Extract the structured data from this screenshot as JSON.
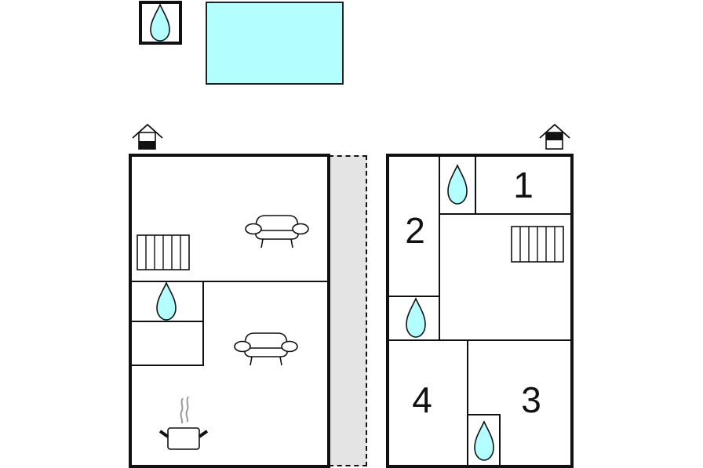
{
  "colors": {
    "water": "#b3ffff",
    "wall": "#111111",
    "terrace": "#e4e4e4",
    "background": "#ffffff"
  },
  "outdoor": {
    "shower_icon": "water-drop-icon",
    "pool": "swimming-pool"
  },
  "floors": [
    {
      "name": "ground-floor",
      "level_icon": "house-ground-floor-icon",
      "rooms": [
        {
          "id": "living-upper",
          "icons": [
            "stairs-icon",
            "sofa-icon"
          ]
        },
        {
          "id": "bathroom",
          "icons": [
            "water-drop-icon"
          ]
        },
        {
          "id": "storage",
          "icons": []
        },
        {
          "id": "living-kitchen",
          "icons": [
            "sofa-icon",
            "cooking-pot-icon"
          ]
        }
      ],
      "terrace": "covered-terrace"
    },
    {
      "name": "upper-floor",
      "level_icon": "house-upper-floor-icon",
      "rooms": [
        {
          "id": "bedroom-1",
          "label": "1"
        },
        {
          "id": "bedroom-2",
          "label": "2"
        },
        {
          "id": "bedroom-3",
          "label": "3"
        },
        {
          "id": "bedroom-4",
          "label": "4"
        },
        {
          "id": "bathroom-top",
          "icons": [
            "water-drop-icon"
          ]
        },
        {
          "id": "bathroom-left",
          "icons": [
            "water-drop-icon"
          ]
        },
        {
          "id": "bathroom-bottom",
          "icons": [
            "water-drop-icon"
          ]
        },
        {
          "id": "landing",
          "icons": [
            "stairs-icon"
          ]
        }
      ]
    }
  ],
  "labels": {
    "room1": "1",
    "room2": "2",
    "room3": "3",
    "room4": "4"
  }
}
